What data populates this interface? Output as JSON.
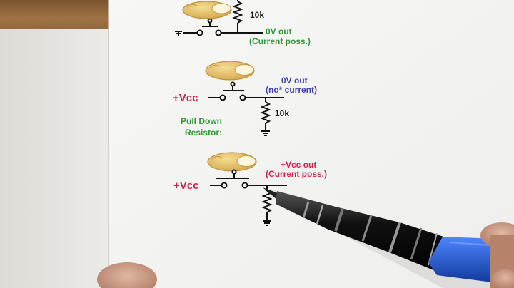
{
  "diagram_1": {
    "resistor_label": "10k",
    "output_label": "0V out",
    "output_note": "(Current poss.)"
  },
  "diagram_2": {
    "supply_label": "+Vcc",
    "output_label": "0V out",
    "output_note": "(no* current)",
    "resistor_label": "10k",
    "caption_line1": "Pull Down",
    "caption_line2": "Resistor:"
  },
  "diagram_3": {
    "supply_label": "+Vcc",
    "output_label": "+Vcc out",
    "output_note": "(Current poss.)"
  },
  "colors": {
    "green": "#2e9a3a",
    "red": "#d4234a",
    "blue": "#3b3fb8",
    "finger": "#e6c77a",
    "pen": "#1a1a1a",
    "pen_grip": "#1e5bd8"
  }
}
